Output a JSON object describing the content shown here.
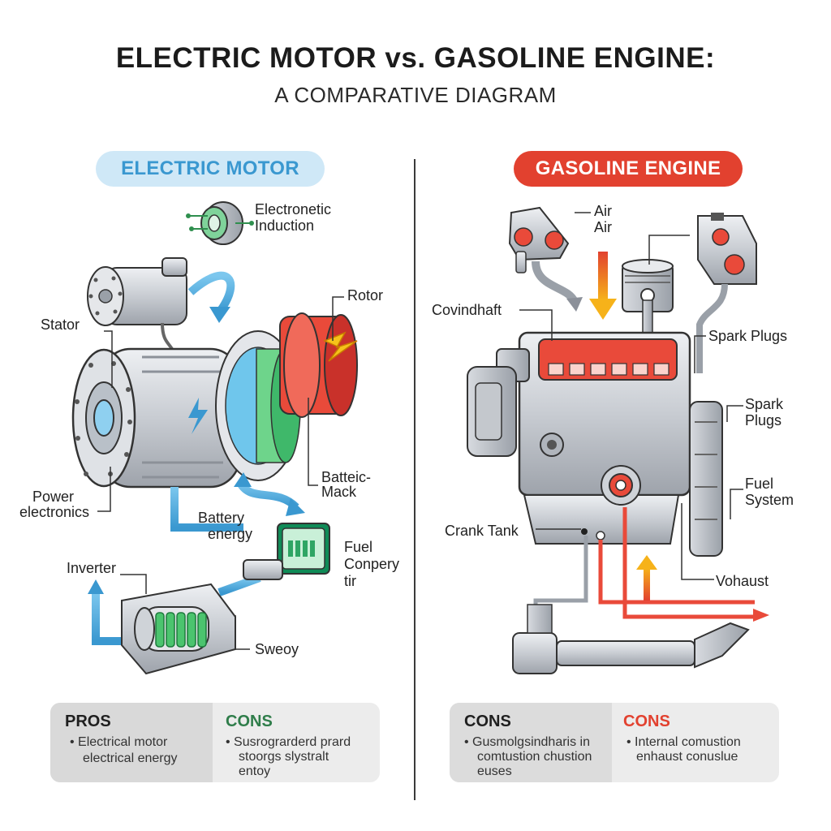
{
  "title": "ELECTRIC MOTOR vs. GASOLINE ENGINE:",
  "subtitle": "A COMPARATIVE DIAGRAM",
  "left": {
    "heading": "ELECTRIC MOTOR",
    "labels": {
      "induction_1": "Electronetic",
      "induction_2": "Induction",
      "rotor": "Rotor",
      "stator": "Stator",
      "battery_mack_1": "Batteic-",
      "battery_mack_2": "Mack",
      "power_1": "Power",
      "power_2": "electronics",
      "battery_energy_1": "Battery",
      "battery_energy_2": "energy",
      "fuel_1": "Fuel",
      "fuel_2": "Conpery",
      "fuel_3": "tir",
      "inverter": "Inverter",
      "sweoy": "Sweoy"
    },
    "pros": {
      "head": "PROS",
      "line1": "Electrical motor",
      "line2": "electrical energy"
    },
    "cons": {
      "head": "CONS",
      "line1": "Susrograrderd prard",
      "line2": "stoorgs slystralt",
      "line3": "entoy"
    }
  },
  "right": {
    "heading": "GASOLINE ENGINE",
    "labels": {
      "air_1": "Air",
      "air_2": "Air",
      "covindhaft": "Covindhaft",
      "spark_plugs_1": "Spark Plugs",
      "spark_plugs_2a": "Spark",
      "spark_plugs_2b": "Plugs",
      "fuel_system_1": "Fuel",
      "fuel_system_2": "System",
      "crank_tank": "Crank Tank",
      "vohaust": "Vohaust"
    },
    "cons_a": {
      "head": "CONS",
      "line1": "Gusmolgsindharis in",
      "line2": "comtustion chustion",
      "line3": "euses"
    },
    "cons_b": {
      "head": "CONS",
      "line1": "Internal comustion",
      "line2": "enhaust conuslue"
    }
  },
  "colors": {
    "electric_blue": "#3a98d0",
    "gas_red": "#e2412f",
    "cons_green": "#2f7d4a",
    "motor_gray": "#c9ccd1"
  }
}
